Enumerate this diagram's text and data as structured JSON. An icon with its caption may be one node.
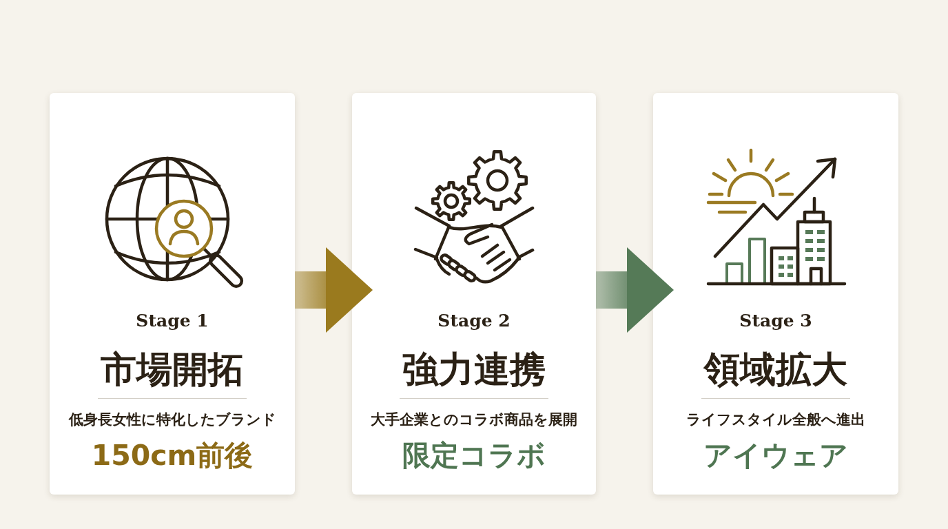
{
  "diagram": {
    "nodes": [
      {
        "text": [
          "Stage 1",
          "市場開拓",
          "低身長女性に特化したブランド",
          "150cm前後"
        ]
      },
      {
        "text": [
          "Stage 2",
          "強力連携",
          "大手企業とのコラボ商品を展開",
          "限定コラボ"
        ]
      },
      {
        "text": [
          "Stage 3",
          "領域拡大",
          "ライフスタイル全般へ進出",
          "アイウェア"
        ]
      }
    ],
    "edges": [
      {
        "from": 0,
        "to": 1,
        "arrow": "to",
        "style": "thick",
        "color": "#9a7a1e"
      },
      {
        "from": 1,
        "to": 2,
        "arrow": "to",
        "style": "thick",
        "color": "#557a57"
      }
    ]
  }
}
